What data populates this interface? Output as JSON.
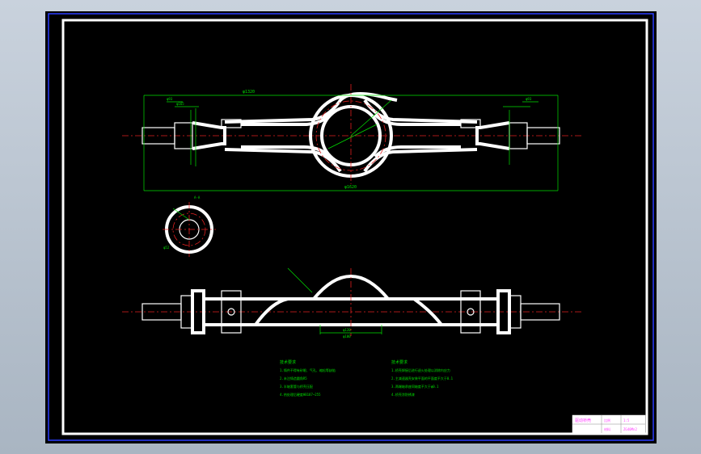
{
  "colors": {
    "background": "#b4bfcc",
    "sheet": "#000000",
    "border_blue": "#2a3cff",
    "frame_white": "#ffffff",
    "outline": "#ffffff",
    "dimension": "#00e000",
    "centerline": "#e02020",
    "title_block_text": "#ff40ff"
  },
  "drawing": {
    "dim_overall_top": "φ1320",
    "dim_overall_bottom": "φ1620",
    "dim_left_1": "φ93",
    "dim_left_2": "φ165",
    "dim_right_1": "φ93",
    "section_label": "A-A",
    "section_note": "φ52",
    "bottom_dim_1": "φ120",
    "bottom_dim_2": "φ100",
    "tech_req_left_title": "技术要求",
    "tech_req_left": [
      "1.铸件不得有砂眼、气孔、缩松等缺陷",
      "2.未注铸造圆角R5",
      "3.半轴套管与桥壳压配",
      "4.热处理后硬度HB187~255"
    ],
    "tech_req_right_title": "技术要求",
    "tech_req_right": [
      "1.桥壳焊接后进行退火处理以消除内应力",
      "2.主减速器壳安装平面的平面度不大于0.1",
      "3.两端轴承座同轴度不大于φ0.1",
      "4.桥壳涂防锈漆"
    ],
    "title_block": [
      "驱动桥壳",
      "比例",
      "1:5",
      "材料",
      "ZG40Mn2"
    ]
  }
}
